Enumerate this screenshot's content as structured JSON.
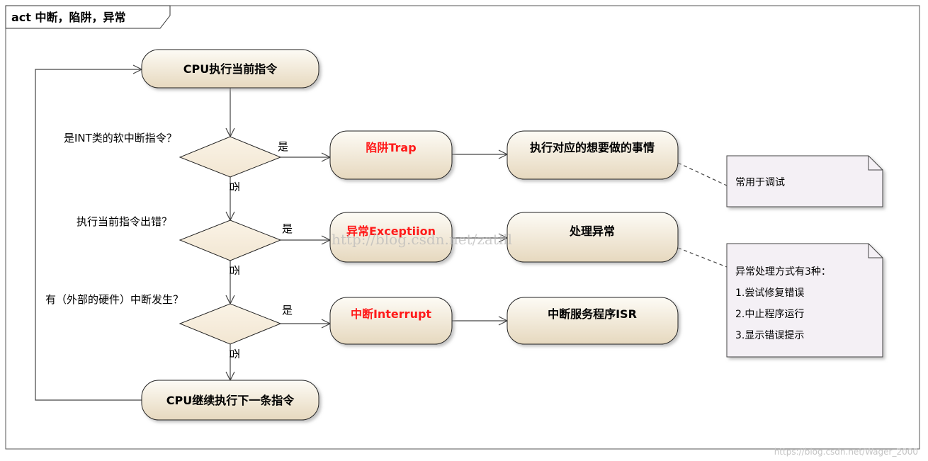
{
  "frame": {
    "title": "act 中断，陷阱，异常"
  },
  "nodes": {
    "start": "CPU执行当前指令",
    "trap": "陷阱Trap",
    "trap_action": "执行对应的想要做的事情",
    "exception": "异常Exceptiion",
    "exception_action": "处理异常",
    "interrupt": "中断Interrupt",
    "isr": "中断服务程序ISR",
    "next": "CPU继续执行下一条指令"
  },
  "decisions": {
    "q1": "是INT类的软中断指令？",
    "q2": "执行当前指令出错？",
    "q3": "有（外部的硬件）中断发生？",
    "yes": "是",
    "no": "否"
  },
  "notes": {
    "debug": "常用于调试",
    "exception_ways": {
      "title": "异常处理方式有3种：",
      "items": [
        "1.尝试修复错误",
        "2.中止程序运行",
        "3.显示错误提示"
      ]
    }
  },
  "watermark": {
    "center": "http://blog.csdn.net/zatlll",
    "corner": "https://blog.csdn.net/Wager_2000"
  },
  "colors": {
    "node_fill_light": "#fdfbf5",
    "node_fill_dark": "#e9dcc4",
    "accent_red": "#ff1a1a",
    "note_fill": "#f4f0f5"
  }
}
